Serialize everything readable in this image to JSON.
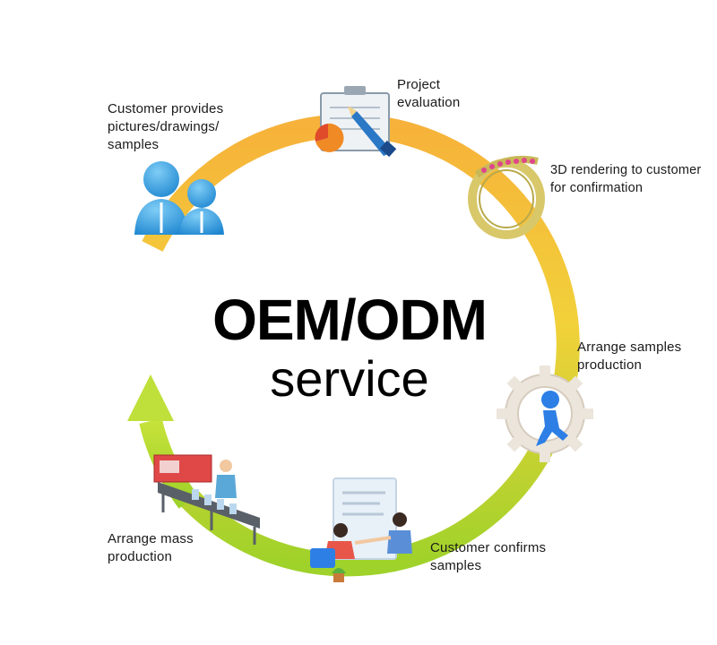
{
  "title": {
    "main": "OEM/ODM",
    "sub": "service"
  },
  "colors": {
    "cycle_start": "#f6b23a",
    "cycle_mid": "#f2d13a",
    "cycle_end": "#9fd22a",
    "person_blue": "#3aa3e6",
    "gear": "#e8e0d6",
    "runner_blue": "#2d7fe6",
    "ring_gold": "#d8c86a",
    "gem_pink": "#e0468a"
  },
  "steps": [
    {
      "id": "customer-provides",
      "label": "Customer provides\npictures/drawings/\nsamples",
      "icon": "customer-icon"
    },
    {
      "id": "project-evaluation",
      "label": "Project\nevaluation",
      "icon": "clipboard-pencil-icon"
    },
    {
      "id": "3d-rendering",
      "label": "3D rendering to customer\nfor confirmation",
      "icon": "ring-icon"
    },
    {
      "id": "arrange-samples",
      "label": "Arrange samples\nproduction",
      "icon": "gear-runner-icon"
    },
    {
      "id": "customer-confirms",
      "label": "Customer confirms\nsamples",
      "icon": "meeting-icon"
    },
    {
      "id": "arrange-mass",
      "label": "Arrange mass\nproduction",
      "icon": "factory-line-icon"
    }
  ]
}
